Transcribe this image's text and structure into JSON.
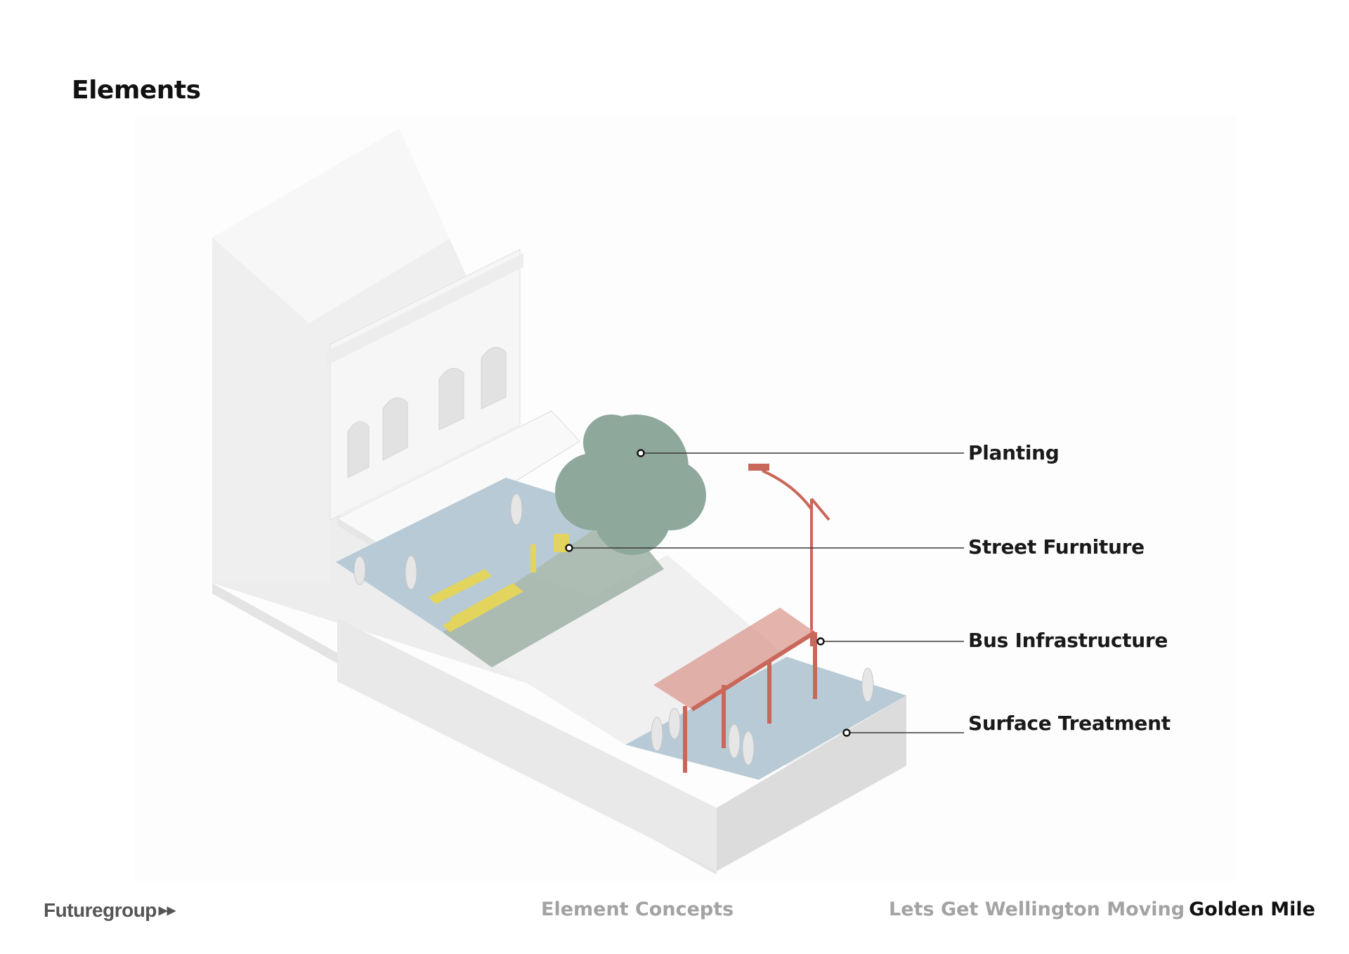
{
  "page": {
    "title": "Elements"
  },
  "callouts": [
    {
      "label": "Planting"
    },
    {
      "label": "Street Furniture"
    },
    {
      "label": "Bus Infrastructure"
    },
    {
      "label": "Surface Treatment"
    }
  ],
  "footer": {
    "brand": "Futuregroup",
    "section": "Element Concepts",
    "project_prefix": "Lets Get Wellington Moving",
    "project_name": "Golden Mile"
  },
  "colors": {
    "surface_blue": "#b7cad6",
    "furniture_yellow": "#e3d45e",
    "bus_red": "#c9675a",
    "foliage_green": "#8fa89c",
    "building_white": "#f4f4f4"
  }
}
